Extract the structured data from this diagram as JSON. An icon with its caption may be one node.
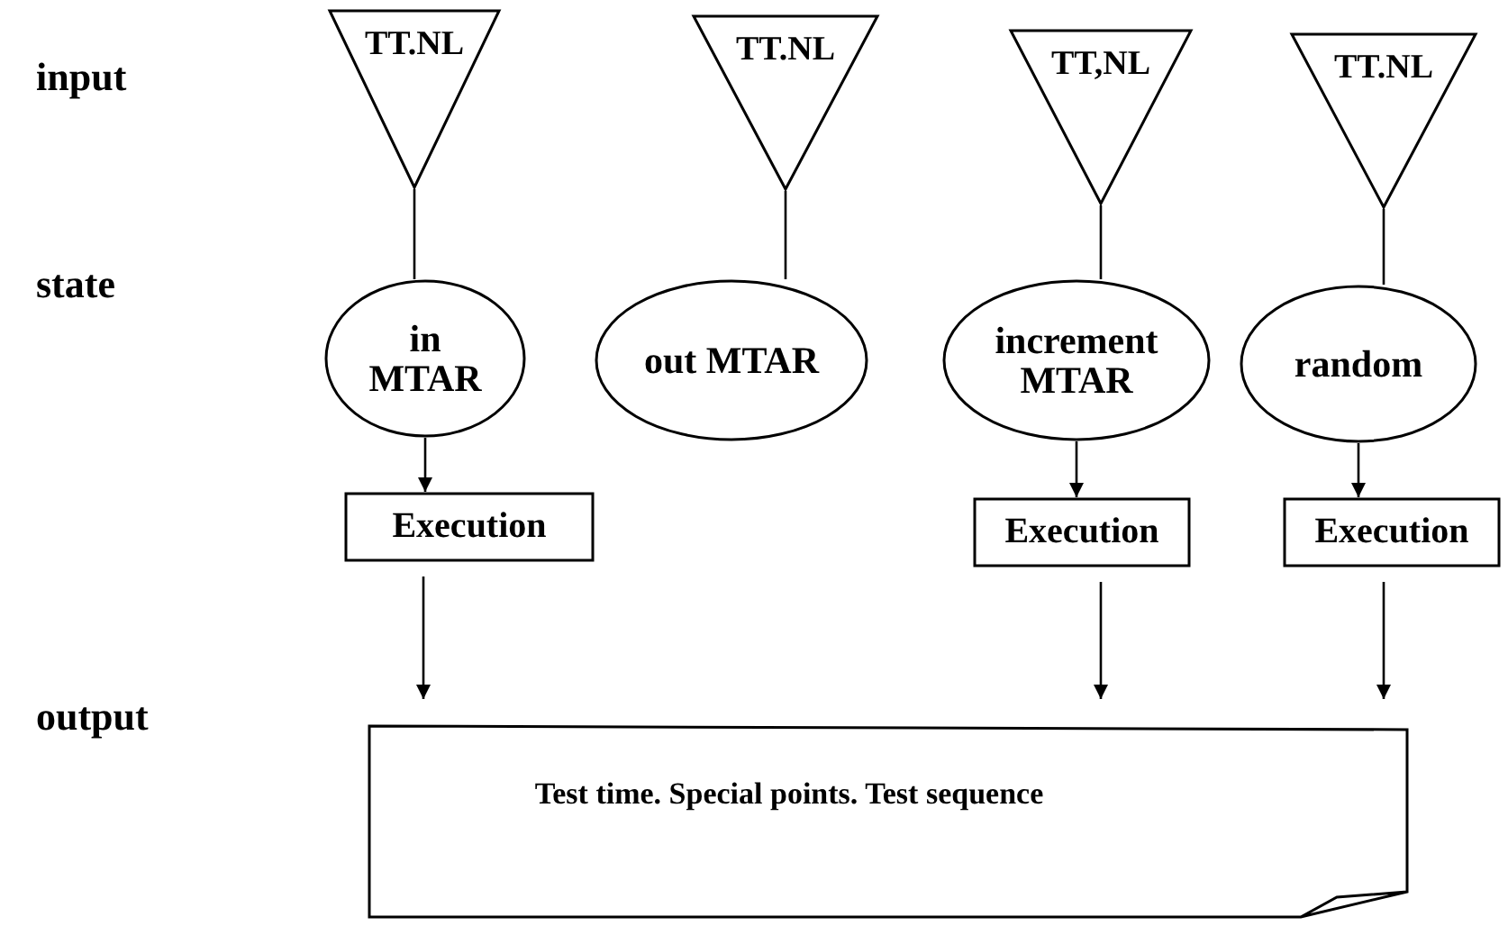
{
  "diagram": {
    "nodes": [
      {
        "text": [
          "TT.NL"
        ]
      },
      {
        "text": [
          "TT.NL"
        ]
      },
      {
        "text": [
          "TT,NL"
        ]
      },
      {
        "text": [
          "TT.NL"
        ]
      },
      {
        "text": [
          "in MTAR"
        ]
      },
      {
        "text": [
          "out MTAR"
        ]
      },
      {
        "text": [
          "increment MTAR"
        ]
      },
      {
        "text": [
          "random"
        ]
      },
      {
        "text": [
          "Execution"
        ]
      },
      {
        "text": [
          "Execution"
        ]
      },
      {
        "text": [
          "Execution"
        ]
      },
      {
        "text": [
          "Test time. Special points. Test sequence"
        ]
      }
    ],
    "edges": [
      {
        "from": 0,
        "to": 4,
        "arrow": "none"
      },
      {
        "from": 1,
        "to": 5,
        "arrow": "none"
      },
      {
        "from": 2,
        "to": 6,
        "arrow": "none"
      },
      {
        "from": 3,
        "to": 7,
        "arrow": "none"
      },
      {
        "from": 4,
        "to": 8,
        "arrow": "to"
      },
      {
        "from": 6,
        "to": 9,
        "arrow": "to"
      },
      {
        "from": 7,
        "to": 10,
        "arrow": "to"
      },
      {
        "from": 8,
        "to": 11,
        "arrow": "to"
      },
      {
        "from": 9,
        "to": 11,
        "arrow": "to"
      },
      {
        "from": 10,
        "to": 11,
        "arrow": "to"
      }
    ],
    "labels": [
      "input",
      "state",
      "output"
    ]
  }
}
